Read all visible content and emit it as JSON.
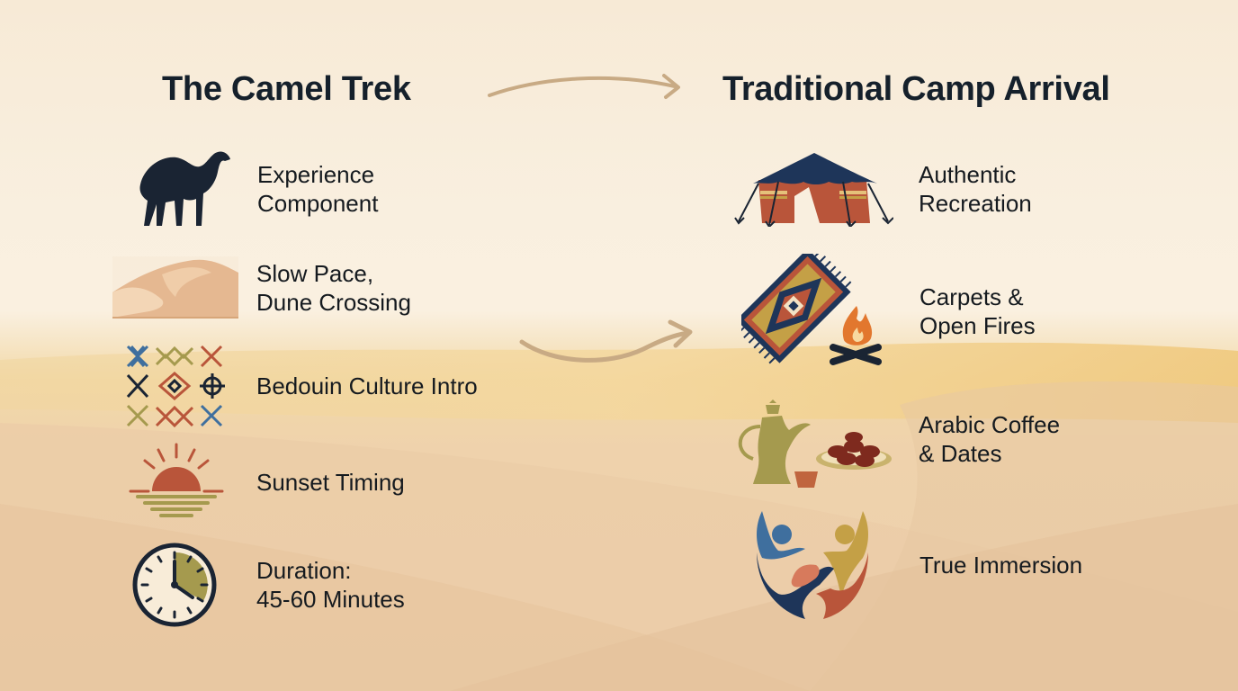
{
  "left_column": {
    "title": "The Camel Trek",
    "items": [
      {
        "icon": "camel-icon",
        "label": "Experience\nComponent"
      },
      {
        "icon": "dunes-icon",
        "label": "Slow Pace,\nDune Crossing"
      },
      {
        "icon": "bedouin-pattern-icon",
        "label": "Bedouin Culture Intro"
      },
      {
        "icon": "sunset-icon",
        "label": "Sunset Timing"
      },
      {
        "icon": "clock-icon",
        "label": "Duration:\n45-60 Minutes"
      }
    ]
  },
  "right_column": {
    "title": "Traditional Camp Arrival",
    "items": [
      {
        "icon": "tent-icon",
        "label": "Authentic\nRecreation"
      },
      {
        "icon": "carpet-fire-icon",
        "label": "Carpets &\nOpen Fires"
      },
      {
        "icon": "coffee-dates-icon",
        "label": "Arabic Coffee\n& Dates"
      },
      {
        "icon": "handshake-people-icon",
        "label": "True Immersion"
      }
    ]
  },
  "arrows": [
    "top-transition-arrow",
    "middle-transition-arrow"
  ],
  "colors": {
    "text": "#151a1f",
    "navy": "#1c2b45",
    "terracotta": "#b9553a",
    "olive": "#a59a4e",
    "gold": "#c4a046",
    "blue": "#3f6f9e",
    "arrow": "#c8aa84"
  }
}
